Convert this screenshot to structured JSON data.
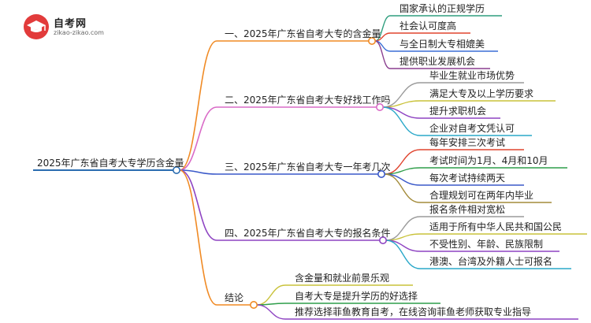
{
  "logo": {
    "name": "自考网",
    "domain": "zikao-zikao.com"
  },
  "root": {
    "label": "2025年广东省自考大专学历含金量",
    "color": "#2b6cb0"
  },
  "branches": [
    {
      "label": "一、2025年广东省自考大专的含金量",
      "color": "#f08a24",
      "children": [
        {
          "label": "国家承认的正规学历",
          "color": "#2f9e7e"
        },
        {
          "label": "社会认可度高",
          "color": "#e0452f"
        },
        {
          "label": "与全日制大专相媲美",
          "color": "#3b6fd6"
        },
        {
          "label": "提供职业发展机会",
          "color": "#8a3f8f"
        }
      ]
    },
    {
      "label": "二、2025年广东省自考大专好找工作吗",
      "color": "#d96bc7",
      "children": [
        {
          "label": "毕业生就业市场优势",
          "color": "#9a9a9a"
        },
        {
          "label": "满足大专及以上学历要求",
          "color": "#c9c23a"
        },
        {
          "label": "提升求职机会",
          "color": "#8e44c2"
        },
        {
          "label": "企业对自考文凭认可",
          "color": "#2aa8c9"
        }
      ]
    },
    {
      "label": "三、2025年广东省自考大专一年考几次",
      "color": "#3a59c9",
      "children": [
        {
          "label": "每年安排三次考试",
          "color": "#e0452f"
        },
        {
          "label": "考试时间为1月、4月和10月",
          "color": "#2f9e4a"
        },
        {
          "label": "每次考试持续两天",
          "color": "#3a59c9"
        },
        {
          "label": "合理规划可在两年内毕业",
          "color": "#a38b3a"
        }
      ]
    },
    {
      "label": "四、2025年广东省自考大专的报名条件",
      "color": "#8e44c2",
      "children": [
        {
          "label": "报名条件相对宽松",
          "color": "#9a9a9a"
        },
        {
          "label": "适用于所有中华人民共和国公民",
          "color": "#c9c23a"
        },
        {
          "label": "不受性别、年龄、民族限制",
          "color": "#8e44c2"
        },
        {
          "label": "港澳、台湾及外籍人士可报名",
          "color": "#2aa8c9"
        }
      ]
    },
    {
      "label": "结论",
      "color": "#f08a24",
      "children": [
        {
          "label": "含金量和就业前景乐观",
          "color": "#c9c23a"
        },
        {
          "label": "自考大专是提升学历的好选择",
          "color": "#2f9e4a"
        },
        {
          "label": "推荐选择菲鱼教育自考，在线咨询菲鱼老师获取专业指导",
          "color": "#8e44c2"
        }
      ]
    }
  ]
}
